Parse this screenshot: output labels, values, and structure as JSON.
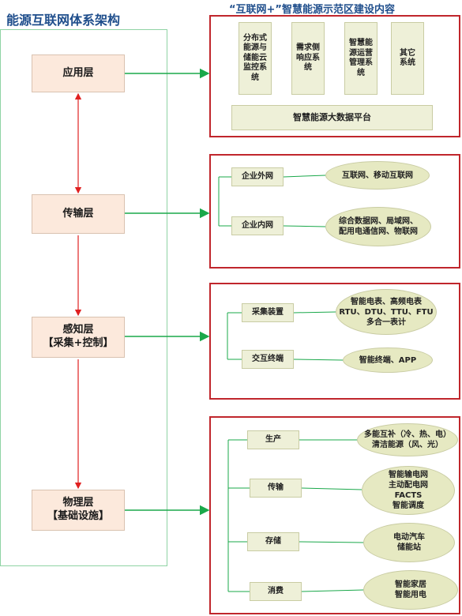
{
  "titles": {
    "left": "能源互联网体系架构",
    "right": "“互联网+”智慧能源示范区建设内容"
  },
  "layers": {
    "application": "应用层",
    "transmission": "传输层",
    "perception_line1": "感知层",
    "perception_line2": "【采集+控制】",
    "physical_line1": "物理层",
    "physical_line2": "【基础设施】"
  },
  "application_section": {
    "systems": [
      "分布式能源与储能云监控系统",
      "需求侧响应系统",
      "智慧能源运营管理系统",
      "其它系统"
    ],
    "platform": "智慧能源大数据平台"
  },
  "transmission_section": {
    "external": "企业外网",
    "external_desc": "互联网、移动互联网",
    "internal": "企业内网",
    "internal_desc_line1": "综合数据网、局域网、",
    "internal_desc_line2": "配用电通信网、物联网"
  },
  "perception_section": {
    "collection": "采集装置",
    "collection_desc_line1": "智能电表、高频电表",
    "collection_desc_line2": "RTU、DTU、TTU、FTU",
    "collection_desc_line3": "多合一表计",
    "terminal": "交互终端",
    "terminal_desc": "智能终端、APP"
  },
  "physical_section": {
    "production": "生产",
    "production_desc_line1": "多能互补（冷、热、电）",
    "production_desc_line2": "清洁能源（风、光）",
    "transport": "传输",
    "transport_desc_line1": "智能输电网",
    "transport_desc_line2": "主动配电网",
    "transport_desc_line3": "FACTS",
    "transport_desc_line4": "智能调度",
    "storage": "存储",
    "storage_desc_line1": "电动汽车",
    "storage_desc_line2": "储能站",
    "consumption": "消费",
    "consumption_desc_line1": "智能家居",
    "consumption_desc_line2": "智能用电"
  },
  "colors": {
    "title": "#1f4e8c",
    "layer_fill": "#fce9dc",
    "section_border": "#c0262c",
    "green_arrow": "#1aa84a",
    "red_arrow": "#e02020",
    "box_fill": "#eef0d8",
    "oval_fill": "#e6e9c2"
  }
}
